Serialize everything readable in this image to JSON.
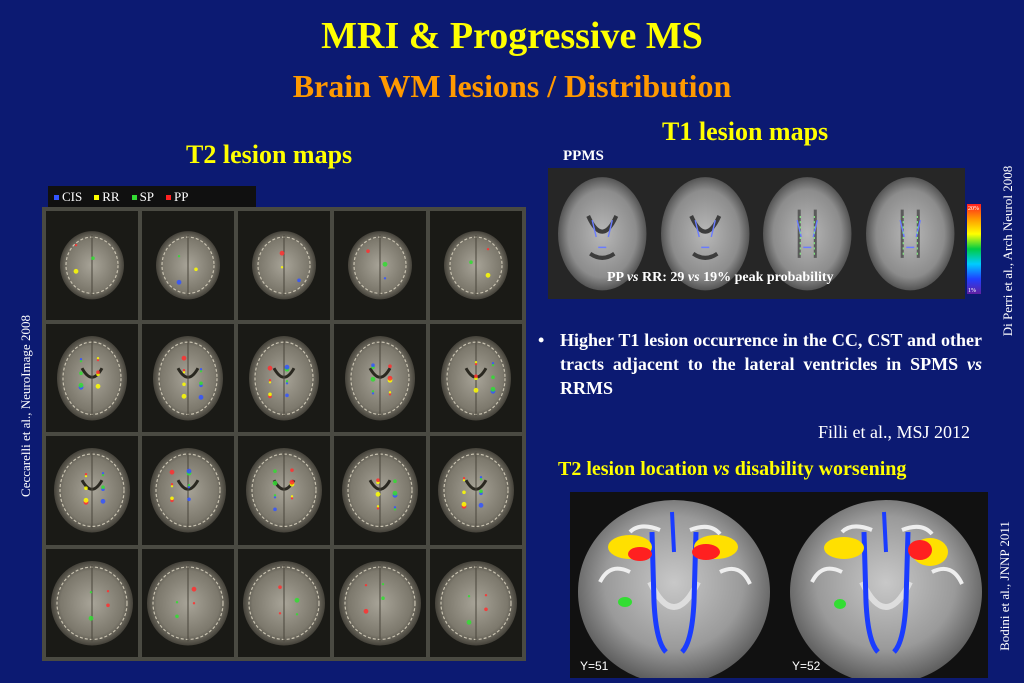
{
  "title": "MRI & Progressive MS",
  "subtitle": "Brain WM lesions / Distribution",
  "left": {
    "heading": "T2 lesion maps",
    "citation": "Ceccarelli et al., NeuroImage 2008",
    "legend": [
      {
        "label": "CIS",
        "color": "#3355ff"
      },
      {
        "label": "RR",
        "color": "#ffff00"
      },
      {
        "label": "SP",
        "color": "#33dd33"
      },
      {
        "label": "PP",
        "color": "#ff2222"
      }
    ],
    "image_desc": "brain-mri-axial-lesion-grid"
  },
  "right": {
    "t1_heading": "T1 lesion maps",
    "ppms_label": "PPMS",
    "t1_caption_parts": {
      "a": "PP ",
      "vs1": "vs",
      "b": " RR: 29 ",
      "vs2": "vs",
      "c": " 19% peak probability"
    },
    "colorbar_top": "20%",
    "colorbar_bottom": "1%",
    "citation_top": "Di Perri et al., Arch Neurol 2008",
    "bullet_parts": {
      "a": "Higher T1 lesion occurrence in the CC, CST and other tracts adjacent to the lateral ventricles in SPMS ",
      "vs": "vs",
      "b": " RRMS"
    },
    "filli_ref": "Filli et al., MSJ 2012",
    "t2_location_parts": {
      "a": "T2 lesion location ",
      "vs": "vs",
      "b": " disability worsening"
    },
    "coronal_labels": [
      "Y=51",
      "Y=52"
    ],
    "citation_bottom": "Bodini et al., JNNP 2011"
  }
}
